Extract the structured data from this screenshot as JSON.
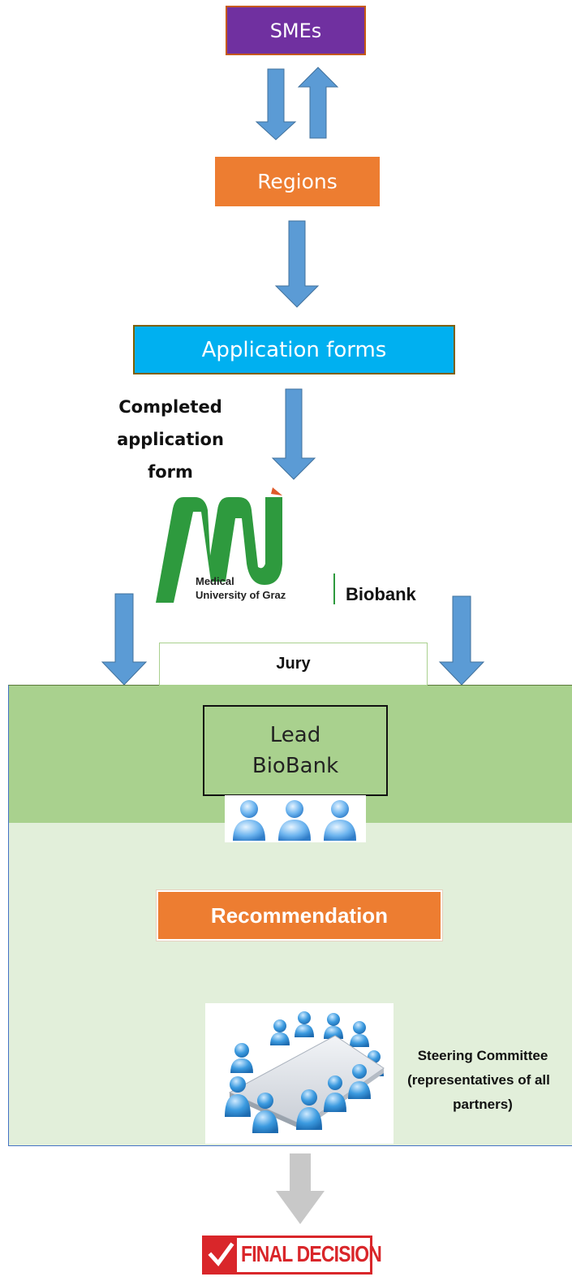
{
  "nodes": {
    "smes": "SMEs",
    "regions": "Regions",
    "application_forms": "Application forms",
    "completed_form": [
      "Completed",
      "application",
      "form"
    ],
    "jury": "Jury",
    "lead_biobank": [
      "Lead",
      "BioBank"
    ],
    "recommendation": "Recommendation",
    "steering_committee": [
      "Steering Committee",
      "(representatives of all",
      "partners)"
    ],
    "final_decision": "FINAL DECISION"
  },
  "logo": {
    "org_line1": "Medical",
    "org_line2": "University of Graz",
    "unit": "Biobank"
  },
  "colors": {
    "smes": "#7030a0",
    "regions": "#ed7d31",
    "application_forms": "#00b0f0",
    "arrow_blue": "#5b9bd5",
    "arrow_gray": "#bfbfbf",
    "jury_dark": "#a9d18e",
    "jury_light": "#e2efda",
    "logo_green": "#2e9a3e",
    "final_red": "#d9262a"
  }
}
